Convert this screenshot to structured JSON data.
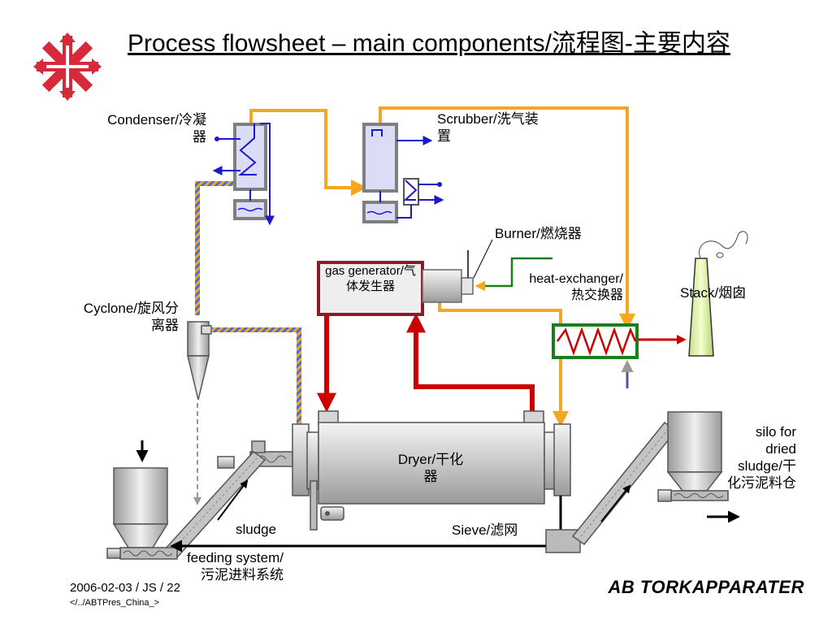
{
  "title": "Process flowsheet – main components/流程图-主要内容",
  "labels": {
    "condenser": "Condenser/冷凝器",
    "scrubber": "Scrubber/洗气装置",
    "burner": "Burner/燃烧器",
    "gas_generator": "gas generator/气体发生器",
    "heat_exchanger": "heat-exchanger/热交换器",
    "stack": "Stack/烟囱",
    "cyclone": "Cyclone/旋风分离器",
    "dryer": "Dryer/干化器",
    "silo": "silo for dried sludge/干化污泥料仓",
    "sieve": "Sieve/滤网",
    "sludge": "sludge",
    "feeding": "feeding system/污泥进料系统"
  },
  "footer": {
    "date": "2006-02-03 / JS / 22",
    "path": "</../ABTPres_China_>"
  },
  "logo": "AB TORKAPPARATER",
  "colors": {
    "orange": "#f5a623",
    "red": "#cc0000",
    "blue": "#1a1acc",
    "green": "#1a7f1a",
    "logo_red": "#d62a3a"
  }
}
